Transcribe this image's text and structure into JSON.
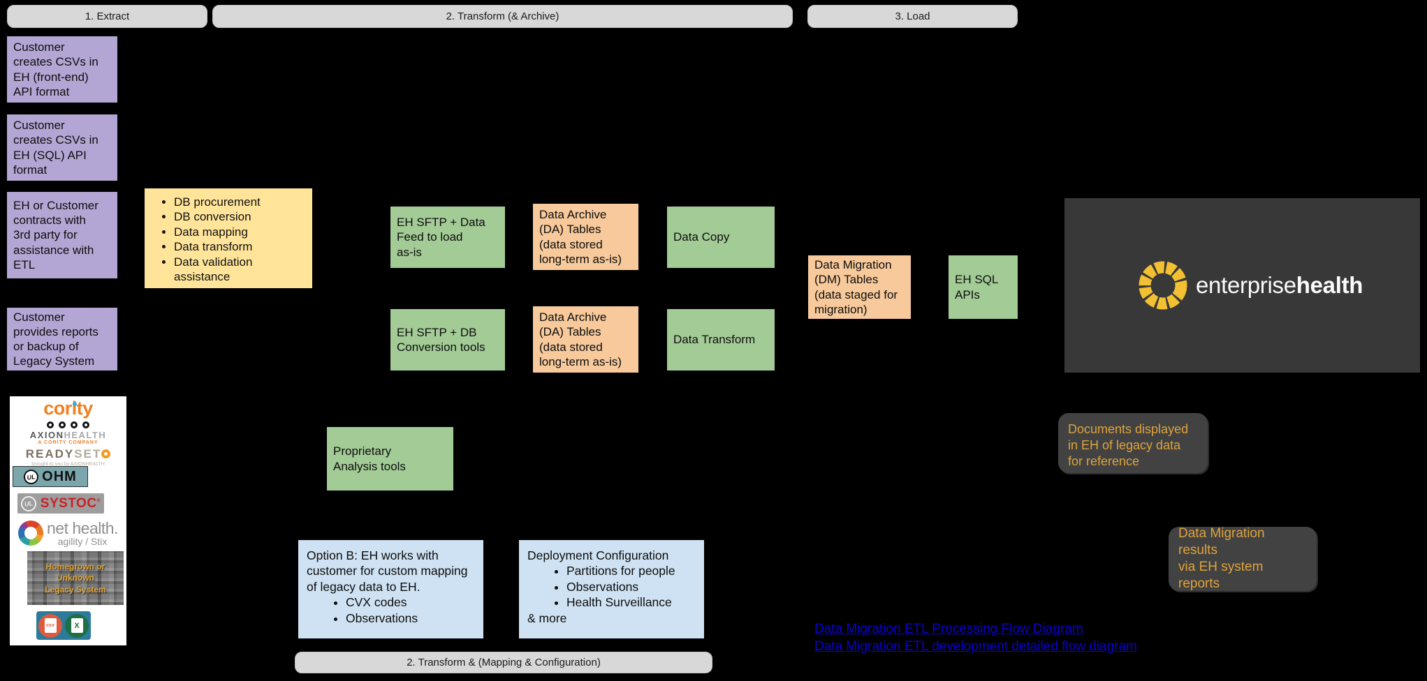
{
  "colors": {
    "background": "#000000",
    "stage_bar": "#d8d8d8",
    "purple_box": "#b3a6d4",
    "green_box": "#a3cb96",
    "orange_box": "#f7c99b",
    "yellow_box": "#ffe49a",
    "blue_box": "#cfe2f3",
    "dark_panel": "#383838",
    "callout_bg": "#424242",
    "callout_text": "#dfa33c",
    "link": "#0c00cf",
    "eh_logo_yellow": "#f2c032"
  },
  "stages": {
    "extract": "1. Extract",
    "transform_archive": "2. Transform (& Archive)",
    "load": "3. Load",
    "transform_mapping": "2. Transform & (Mapping & Configuration)"
  },
  "extract_boxes": {
    "csv_frontend": "Customer\ncreates CSVs in\nEH (front-end)\nAPI format",
    "csv_sql": "Customer\ncreates CSVs in\nEH (SQL) API\nformat",
    "third_party": "EH or Customer\ncontracts with\n3rd party for\nassistance with\nETL",
    "legacy_reports": "Customer\nprovides reports\nor backup of\nLegacy System"
  },
  "etl_assistance": {
    "bullets": [
      "DB procurement",
      "DB conversion",
      "Data mapping",
      "Data transform",
      "Data validation assistance"
    ]
  },
  "transform_boxes": {
    "sftp_feed": "EH SFTP + Data\nFeed to load\nas-is",
    "da_tables_top": "Data Archive\n(DA) Tables\n(data stored\nlong-term as-is)",
    "data_copy": "Data Copy",
    "sftp_db": "EH SFTP + DB\nConversion tools",
    "da_tables_bottom": "Data Archive\n(DA) Tables\n(data stored\nlong-term as-is)",
    "data_transform": "Data Transform",
    "proprietary": "Proprietary\nAnalysis tools"
  },
  "load_boxes": {
    "dm_tables": "Data Migration\n(DM) Tables\n(data staged for\nmigration)",
    "eh_sql_apis": "EH SQL\nAPIs"
  },
  "mapping_boxes": {
    "option_b_intro": "Option B: EH works with\ncustomer for custom mapping\nof legacy data to EH.",
    "option_b_bullets": [
      "CVX codes",
      "Observations"
    ],
    "deployment_title": "Deployment Configuration",
    "deployment_bullets": [
      "Partitions for people",
      "Observations",
      "Health Surveillance"
    ],
    "deployment_footer": "& more"
  },
  "callouts": {
    "documents": "Documents displayed\nin EH of legacy data\nfor reference",
    "results": "Data Migration results\nvia EH system reports"
  },
  "links": [
    {
      "label": "Data Migration ETL Processing Flow Diagram"
    },
    {
      "label": "Data Migration ETL development detailed flow diagram"
    }
  ],
  "eh_brand": {
    "word_light": "enterprise",
    "word_bold": "health"
  },
  "legacy_vendors": {
    "cority": "cority",
    "axion_bold": "AXION",
    "axion_light": "HEALTH",
    "axion_tagline": "A CORITY COMPANY",
    "readyset_bold": "READY",
    "readyset_light": "SET",
    "readyset_tagline": "brought to you by AXIONHEALTH",
    "ul": "UL",
    "ohm": "OHM",
    "systoc": "SYSTOC",
    "reg": "®",
    "nethealth": "net health.",
    "nethealth_sub": "agility / Stix",
    "homegrown": "Homegrown or Unknown\nLegacy System",
    "csv_icon_label": "csv",
    "excel_icon_label": "X"
  }
}
